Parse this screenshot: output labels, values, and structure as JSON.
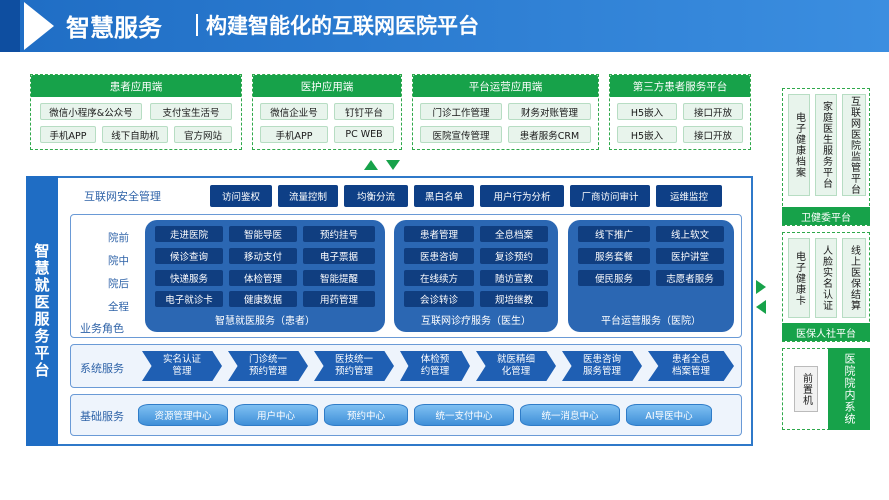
{
  "header": {
    "title": "智慧服务",
    "subtitle": "构建智能化的互联网医院平台"
  },
  "top_groups": [
    {
      "title": "患者应用端",
      "items": [
        "微信小程序&公众号",
        "支付宝生活号",
        "手机APP",
        "线下自助机",
        "官方网站"
      ]
    },
    {
      "title": "医护应用端",
      "items": [
        "微信企业号",
        "钉钉平台",
        "手机APP",
        "PC WEB"
      ]
    },
    {
      "title": "平台运营应用端",
      "items": [
        "门诊工作管理",
        "财务对账管理",
        "医院宣传管理",
        "患者服务CRM"
      ]
    },
    {
      "title": "第三方患者服务平台",
      "items": [
        "H5嵌入",
        "接口开放",
        "H5嵌入",
        "接口开放"
      ]
    }
  ],
  "main": {
    "side_label": "智慧就医服务平台",
    "security": {
      "label": "互联网安全管理",
      "items": [
        "访问鉴权",
        "流量控制",
        "均衡分流",
        "黑白名单",
        "用户行为分析",
        "厂商访问审计",
        "运维监控"
      ]
    },
    "business": {
      "role_label": "业务角色",
      "stages": [
        "院前",
        "院中",
        "院后",
        "全程"
      ],
      "patient": {
        "title": "智慧就医服务（患者）",
        "items": [
          "走进医院",
          "智能导医",
          "预约挂号",
          "候诊查询",
          "移动支付",
          "电子票据",
          "快递服务",
          "体检管理",
          "智能提醒",
          "电子就诊卡",
          "健康数据",
          "用药管理"
        ]
      },
      "doctor": {
        "title": "互联网诊疗服务（医生）",
        "items": [
          "患者管理",
          "全息档案",
          "医患咨询",
          "复诊预约",
          "在线续方",
          "随访宣教",
          "会诊转诊",
          "规培继教"
        ]
      },
      "hospital": {
        "title": "平台运营服务（医院）",
        "items": [
          "线下推广",
          "线上软文",
          "服务套餐",
          "医护讲堂",
          "便民服务",
          "志愿者服务"
        ]
      }
    },
    "system": {
      "label": "系统服务",
      "items": [
        "实名认证\n管理",
        "门诊统一\n预约管理",
        "医技统一\n预约管理",
        "体检预\n约管理",
        "就医精细\n化管理",
        "医患咨询\n服务管理",
        "患者全息\n档案管理"
      ]
    },
    "base": {
      "label": "基础服务",
      "items": [
        "资源管理中心",
        "用户中心",
        "预约中心",
        "统一支付中心",
        "统一消息中心",
        "AI导医中心"
      ]
    }
  },
  "right": {
    "wei": {
      "items": [
        "电子健康档案",
        "家庭医生服务平台",
        "互联网医院监管平台"
      ],
      "bar": "卫健委平台"
    },
    "yibao": {
      "items": [
        "电子健康卡",
        "人脸实名认证",
        "线上医保结算"
      ],
      "bar": "医保人社平台"
    },
    "hospital": {
      "front": "前置机",
      "inner": "医院院内系统"
    }
  },
  "colors": {
    "header_blue": "#1f6dc4",
    "green": "#17a24a",
    "navy": "#0e3f86",
    "service_blue": "#2b67b3"
  }
}
